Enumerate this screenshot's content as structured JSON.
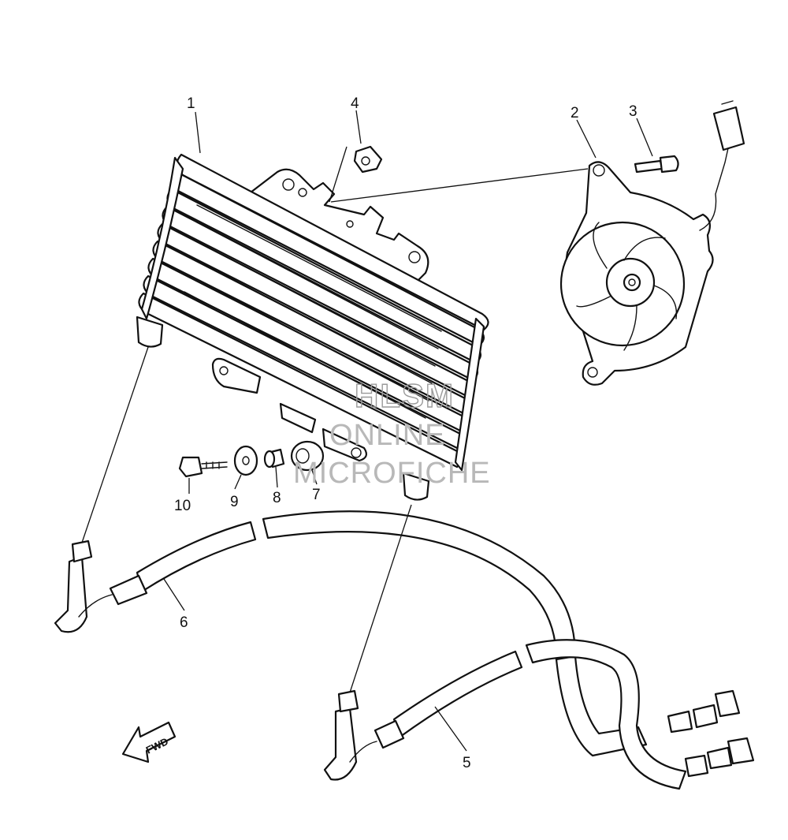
{
  "callouts": {
    "c1": "1",
    "c2": "2",
    "c3": "3",
    "c4": "4",
    "c5": "5",
    "c6": "6",
    "c7": "7",
    "c8": "8",
    "c9": "9",
    "c10": "10"
  },
  "watermark": {
    "line1": "HLSM",
    "line2": "ONLINE",
    "line3": "MICROFICHE"
  },
  "direction_arrow": {
    "label": "FWD",
    "icon": "fwd-arrow-icon"
  },
  "colors": {
    "line": "#111111",
    "background": "#ffffff",
    "watermark": "#9a9a9a"
  }
}
